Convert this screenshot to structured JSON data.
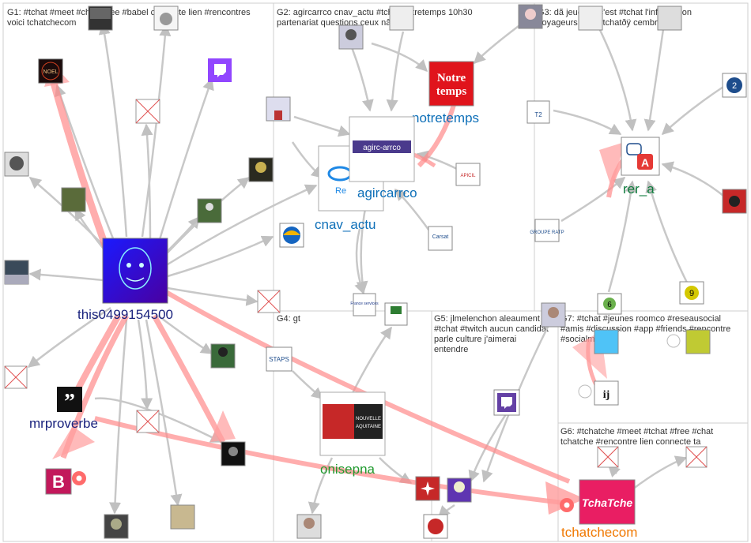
{
  "groups": [
    {
      "id": "G1",
      "lines": [
        "G1: #tchat #meet #chat #free #babel connecte lien #rencontres",
        "voici tchatchecom"
      ]
    },
    {
      "id": "G2",
      "lines": [
        "G2: agircarrco cnav_actu #tchat notretemps 10h30",
        "partenariat questions ceux nâ ont"
      ]
    },
    {
      "id": "G3",
      "lines": [
        "G3: dã jeudi 16 c'est #tchat l'information",
        "voyageurs #rera tchatðÿ cembre"
      ]
    },
    {
      "id": "G4",
      "lines": [
        "G4: gt"
      ]
    },
    {
      "id": "G5",
      "lines": [
        "G5: jlmelenchon aleaument",
        "#tchat #twitch aucun candidat",
        "parle culture j'aimerai",
        "entendre"
      ]
    },
    {
      "id": "G6",
      "lines": [
        "G6: #tchatche #meet #tchat #free #chat",
        "tchatche #rencontre lien connecte ta"
      ]
    },
    {
      "id": "G7",
      "lines": [
        "G7: #tchat #jeunes roomco #reseausocial",
        "#amis #discussion #app #friends #rencontre",
        "#socialmedia"
      ]
    }
  ],
  "nodes": [
    {
      "id": "this0499154500",
      "label": "this0499154500",
      "color": "#1a237e",
      "icon": "face-avatar"
    },
    {
      "id": "mrproverbe",
      "label": "mrproverbe",
      "color": "#1a237e",
      "icon": "quote-icon"
    },
    {
      "id": "agircarrco",
      "label": "agircarrco",
      "color": "#0d6fb8",
      "icon": "agirc-arrco-logo",
      "logo_text": "agirc-arrco"
    },
    {
      "id": "cnav_actu",
      "label": "cnav_actu",
      "color": "#0d6fb8",
      "icon": "cnav-logo",
      "logo_text": "Re"
    },
    {
      "id": "notretemps",
      "label": "notretemps",
      "color": "#0d6fb8",
      "icon": "notre-temps-logo",
      "logo_text": "Notre temps"
    },
    {
      "id": "rer_a",
      "label": "rer_a",
      "color": "#0b7a3a",
      "icon": "rer-a-logo",
      "logo_text": "A"
    },
    {
      "id": "onisepna",
      "label": "onisepna",
      "color": "#1f9a2e",
      "icon": "nouvelle-aquitaine-logo",
      "logo_text": "NOUVELLE AQUITAINE"
    },
    {
      "id": "tchatchecom",
      "label": "tchatchecom",
      "color": "#f07800",
      "icon": "tchatche-logo",
      "logo_text": "TchaTche"
    }
  ],
  "small_labels": {
    "noel": "NOEL",
    "ratp": "GROUPE RATP",
    "t2": "T2",
    "m2": "2",
    "m6": "6",
    "m9": "9",
    "france_services": "France services",
    "staps": "STAPS",
    "carsat": "Carsat",
    "apicil": "APICIL",
    "b_logo": "B"
  }
}
